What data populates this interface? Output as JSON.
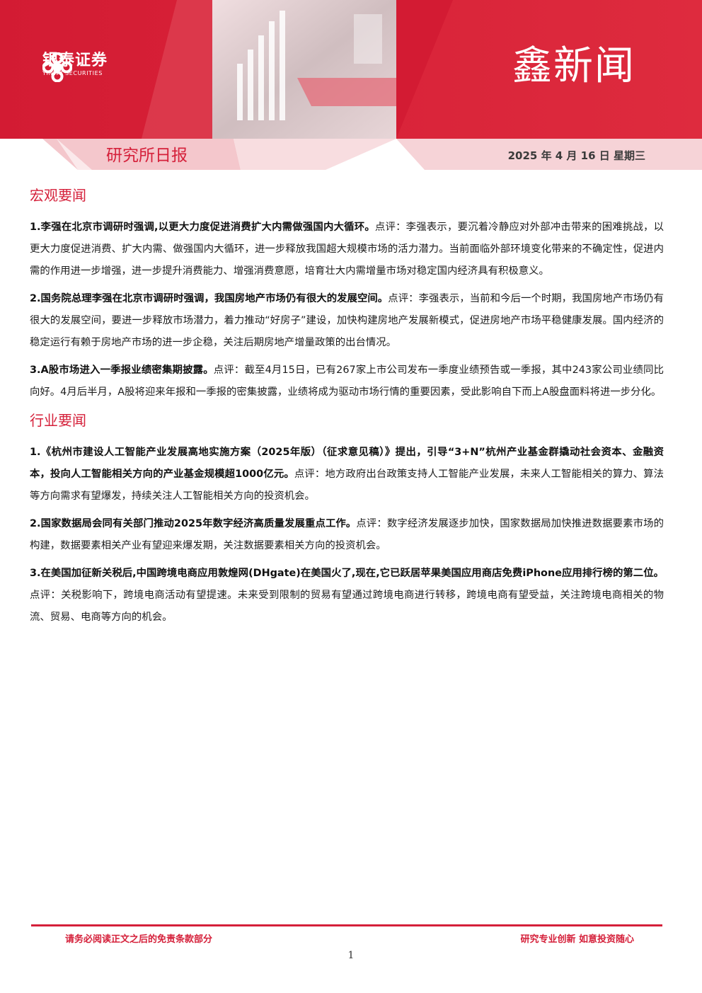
{
  "header": {
    "logo_cn": "银泰证券",
    "logo_en": "YINTAI SECURITIES",
    "brand_title": "鑫新闻",
    "report_type": "研究所日报",
    "date": "2025 年 4 月 16 日  星期三",
    "colors": {
      "primary": "#d5203a",
      "light": "#f4c7cc"
    }
  },
  "sections": [
    {
      "title": "宏观要闻",
      "items": [
        {
          "headline": "1.李强在北京市调研时强调,以更大力度促进消费扩大内需做强国内大循环。",
          "body": "点评：李强表示，要沉着冷静应对外部冲击带来的困难挑战，以更大力度促进消费、扩大内需、做强国内大循环，进一步释放我国超大规模市场的活力潜力。当前面临外部环境变化带来的不确定性，促进内需的作用进一步增强，进一步提升消费能力、增强消费意愿，培育壮大内需增量市场对稳定国内经济具有积极意义。"
        },
        {
          "headline": "2.国务院总理李强在北京市调研时强调，我国房地产市场仍有很大的发展空间。",
          "body": "点评：李强表示，当前和今后一个时期，我国房地产市场仍有很大的发展空间，要进一步释放市场潜力，着力推动“好房子”建设，加快构建房地产发展新模式，促进房地产市场平稳健康发展。国内经济的稳定运行有赖于房地产市场的进一步企稳，关注后期房地产增量政策的出台情况。"
        },
        {
          "headline": "3.A股市场进入一季报业绩密集期披露。",
          "body": "点评：截至4月15日，已有267家上市公司发布一季度业绩预告或一季报，其中243家公司业绩同比向好。4月后半月，A股将迎来年报和一季报的密集披露，业绩将成为驱动市场行情的重要因素，受此影响自下而上A股盘面料将进一步分化。"
        }
      ]
    },
    {
      "title": "行业要闻",
      "items": [
        {
          "headline": "1.《杭州市建设人工智能产业发展高地实施方案（2025年版）（征求意见稿）》提出，引导“3+N”杭州产业基金群撬动社会资本、金融资本，投向人工智能相关方向的产业基金规模超1000亿元。",
          "body": "点评：地方政府出台政策支持人工智能产业发展，未来人工智能相关的算力、算法等方向需求有望爆发，持续关注人工智能相关方向的投资机会。"
        },
        {
          "headline": "2.国家数据局会同有关部门推动2025年数字经济高质量发展重点工作。",
          "body": "点评：数字经济发展逐步加快，国家数据局加快推进数据要素市场的构建，数据要素相关产业有望迎来爆发期，关注数据要素相关方向的投资机会。"
        },
        {
          "headline": "3.在美国加征新关税后,中国跨境电商应用敦煌网(DHgate)在美国火了,现在,它已跃居苹果美国应用商店免费iPhone应用排行榜的第二位。",
          "body": "点评：关税影响下，跨境电商活动有望提速。未来受到限制的贸易有望通过跨境电商进行转移，跨境电商有望受益，关注跨境电商相关的物流、贸易、电商等方向的机会。"
        }
      ]
    }
  ],
  "footer": {
    "disclaimer": "请务必阅读正文之后的免责条款部分",
    "slogan": "研究专业创新   如意投资随心",
    "page": "1"
  }
}
